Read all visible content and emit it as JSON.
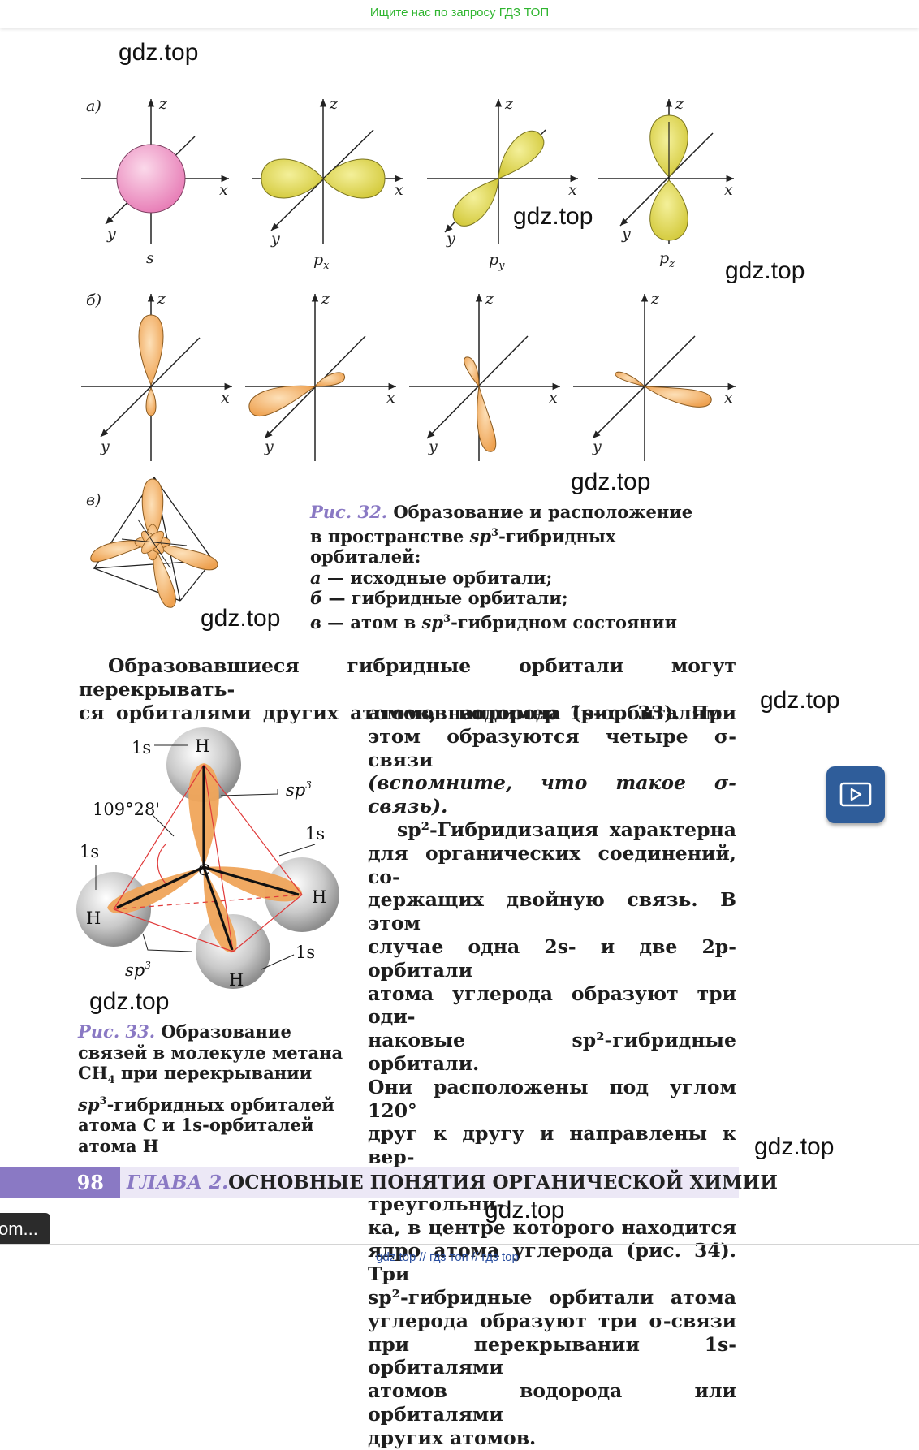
{
  "top_banner": "Ищите нас по запросу ГДЗ ТОП",
  "watermark": "gdz.top",
  "figure32": {
    "row_labels": [
      "а)",
      "б)",
      "в)"
    ],
    "axis": {
      "x": "x",
      "y": "y",
      "z": "z"
    },
    "orbital_names": [
      "s",
      "p",
      "p",
      "p"
    ],
    "orbital_subscripts": [
      "",
      "x",
      "y",
      "z"
    ],
    "colors": {
      "s_orbital": "#e880b8",
      "p_orbital": "#e0d84a",
      "hybrid_orbital": "#f1a84a"
    }
  },
  "caption32": {
    "fig_num": "Рис. 32.",
    "line1": "Образование и расположение",
    "line2_a": "в пространстве ",
    "line2_b": "sp",
    "line2_c": "3",
    "line2_d": "-гибридных орбиталей:",
    "items": [
      {
        "key": "а",
        "text": " — исходные орбитали;"
      },
      {
        "key": "б",
        "text": " — гибридные орбитали;"
      },
      {
        "key": "в",
        "text": " — атом в "
      }
    ],
    "item3_sp": "sp",
    "item3_sup": "3",
    "item3_tail": "-гибридном состоянии"
  },
  "para1": {
    "line1": "Образовавшиеся гибридные орбитали могут перекрывать-",
    "line2": "ся орбиталями других атомов, например 1s-орбиталями"
  },
  "para_right": [
    "атомов водорода (рис. 33). При",
    "этом образуются четыре σ-связи",
    "(вспомните, что такое σ-связь).",
    "sp²-Гибридизация характерна",
    "для органических соединений, со-",
    "держащих двойную связь. В этом",
    "случае одна 2s- и две 2p-орбитали",
    "атома углерода образуют три оди-",
    "наковые sp²-гибридные орбитали.",
    "Они расположены под углом 120°",
    "друг к другу и направлены к вер-",
    "шинам правильного треугольни-",
    "ка, в центре которого находится",
    "ядро атома углерода (рис. 34). Три",
    "sp²-гибридные орбитали атома",
    "углерода образуют три σ-связи",
    "при перекрывании 1s-орбиталями",
    "атомов водорода или орбиталями",
    "других атомов."
  ],
  "figure33": {
    "atom_H": "H",
    "atom_C": "C",
    "label_1s": "1s",
    "label_sp": "sp",
    "label_sp_sup": "3",
    "angle": "109°28'"
  },
  "caption33": {
    "fig_num": "Рис. 33.",
    "lines": [
      "Образование",
      "связей в молекуле метана",
      "CH",
      "при перекрывании"
    ],
    "ch_sub": "4",
    "line5_sp": "sp",
    "line5_sup": "3",
    "line5_tail": "-гибридных орбиталей",
    "line6": "атома C и 1s-орбиталей",
    "line7": "атома H"
  },
  "footer": {
    "page_number": "98",
    "chapter": "ГЛАВА 2.",
    "title": "ОСНОВНЫЕ ПОНЯТИЯ ОРГАНИЧЕСКОЙ ХИМИИ"
  },
  "pill_text": "om...",
  "bottom_links": "gdz top  //  гдз топ  //  гдз top",
  "side_button_icon": "play-icon"
}
